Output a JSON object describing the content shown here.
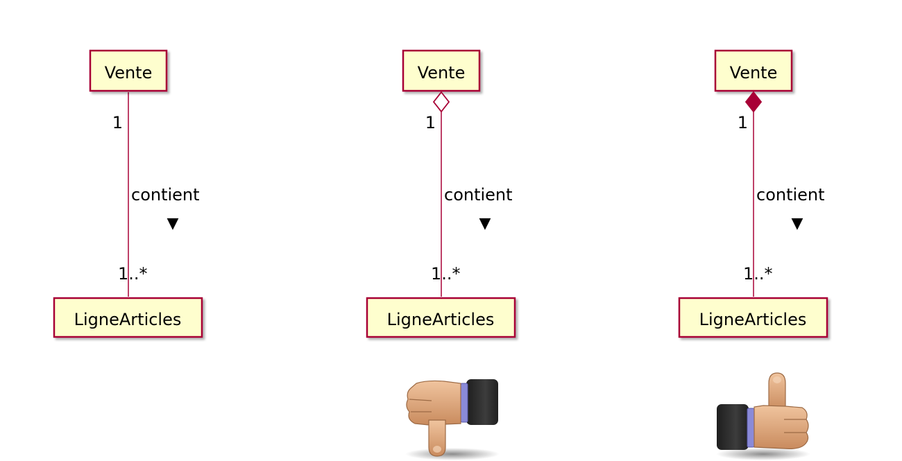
{
  "diagrams": [
    {
      "top_class": "Vente",
      "bottom_class": "LigneArticles",
      "association": "contient",
      "direction_symbol": "▼",
      "top_multiplicity": "1",
      "bottom_multiplicity": "1..*",
      "relation_kind": "association",
      "verdict": "none"
    },
    {
      "top_class": "Vente",
      "bottom_class": "LigneArticles",
      "association": "contient",
      "direction_symbol": "▼",
      "top_multiplicity": "1",
      "bottom_multiplicity": "1..*",
      "relation_kind": "aggregation",
      "verdict": "thumbs-down"
    },
    {
      "top_class": "Vente",
      "bottom_class": "LigneArticles",
      "association": "contient",
      "direction_symbol": "▼",
      "top_multiplicity": "1",
      "bottom_multiplicity": "1..*",
      "relation_kind": "composition",
      "verdict": "thumbs-up"
    }
  ],
  "colors": {
    "class_fill": "#fefece",
    "class_border": "#a80036",
    "line": "#a80036",
    "text": "#000000",
    "skin": "#d9a27a",
    "sleeve": "#2d2d2d",
    "cuff": "#8a8ad8"
  }
}
